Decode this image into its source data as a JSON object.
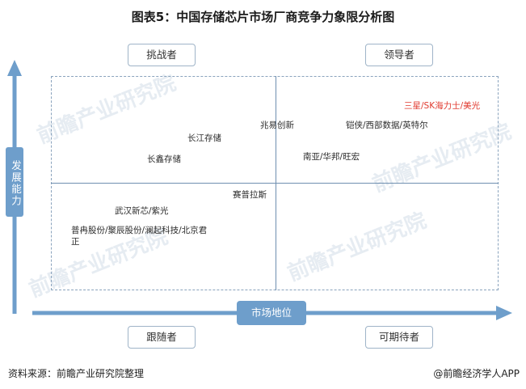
{
  "title": "图表5：中国存储芯片市场厂商竞争力象限分析图",
  "quadrants": {
    "challenger": "挑战者",
    "leader": "领导者",
    "follower": "跟随者",
    "potential": "可期待者"
  },
  "axes": {
    "y_label": "发展能力",
    "x_label": "市场地位"
  },
  "companies": [
    {
      "name": "三星/SK海力士/美光",
      "highlight": true
    },
    {
      "name": "兆易创新",
      "highlight": false
    },
    {
      "name": "铠侠/西部数据/英特尔",
      "highlight": false
    },
    {
      "name": "长江存储",
      "highlight": false
    },
    {
      "name": "长鑫存储",
      "highlight": false
    },
    {
      "name": "南亚/华邦/旺宏",
      "highlight": false
    },
    {
      "name": "赛普拉斯",
      "highlight": false
    },
    {
      "name": "武汉新芯/紫光",
      "highlight": false
    },
    {
      "name": "普冉股份/聚辰股份/澜起科技/北京君正",
      "highlight": false
    }
  ],
  "watermark": "前瞻产业研究院",
  "source": "资料来源：前瞻产业研究院整理",
  "brand": "@前瞻经济学人APP",
  "colors": {
    "axis": "#6e9ecb",
    "highlight": "#e0392e",
    "frame": "#8aa3bd"
  }
}
